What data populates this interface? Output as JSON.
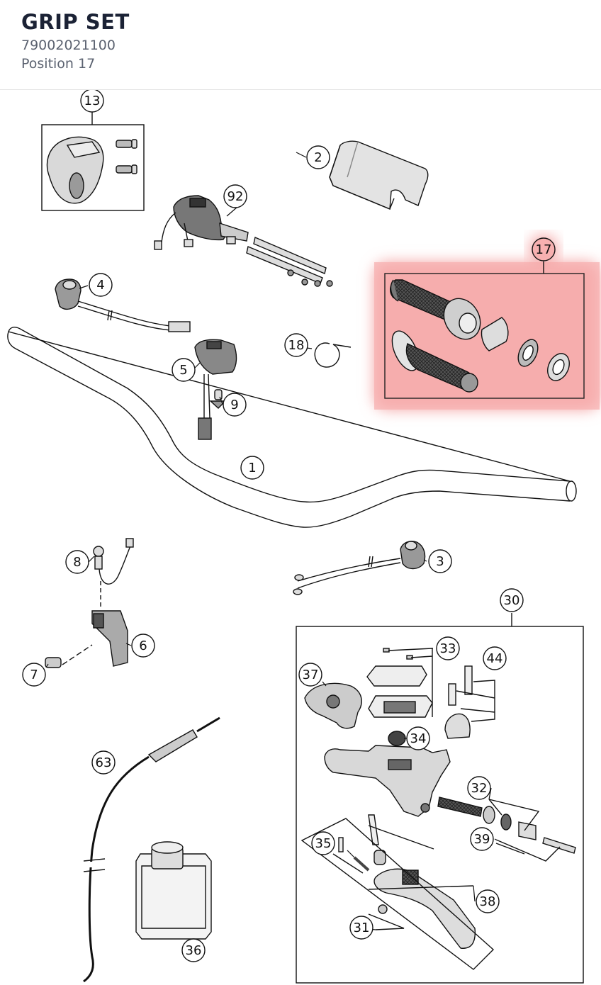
{
  "header": {
    "title": "GRIP SET",
    "part_number": "79002021100",
    "position": "Position 17"
  },
  "diagram": {
    "highlight_color": "#f4a3a3",
    "highlighted_callout": "17",
    "callouts": [
      "13",
      "2",
      "92",
      "17",
      "4",
      "18",
      "5",
      "9",
      "1",
      "8",
      "3",
      "6",
      "7",
      "30",
      "33",
      "44",
      "37",
      "34",
      "32",
      "39",
      "35",
      "38",
      "31",
      "63",
      "36"
    ]
  }
}
